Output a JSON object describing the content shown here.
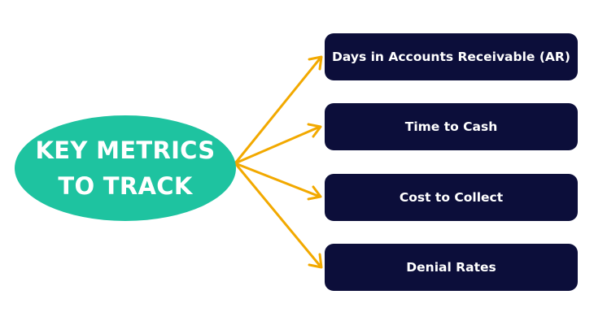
{
  "center": {
    "line1": "KEY METRICS",
    "line2": "TO TRACK"
  },
  "metrics": [
    {
      "label": "Days in Accounts Receivable (AR)"
    },
    {
      "label": "Time to Cash"
    },
    {
      "label": "Cost to Collect"
    },
    {
      "label": "Denial Rates"
    }
  ],
  "colors": {
    "ellipse": "#1ec3a0",
    "box": "#0c0e3a",
    "arrow": "#f2a900",
    "text": "#ffffff"
  }
}
